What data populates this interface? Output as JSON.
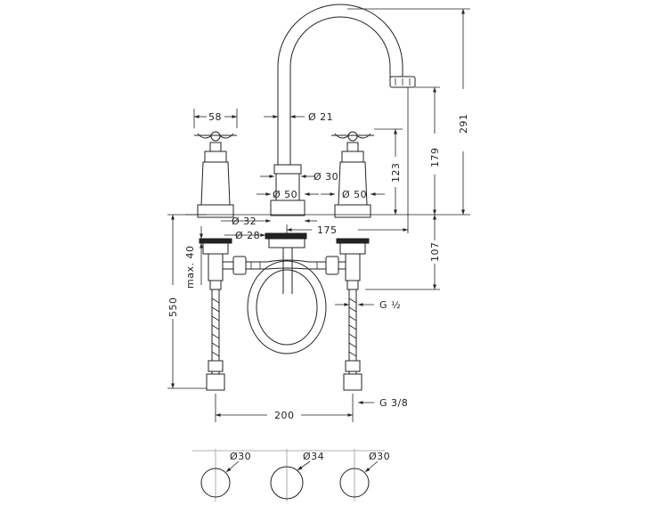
{
  "dimensions": {
    "handle_width": "58",
    "spout_diameter": "Ø 21",
    "collar_diameter_30": "Ø 30",
    "body_diameter_left": "Ø 50",
    "body_diameter_right": "Ø 50",
    "hole_diameter_32": "Ø 32",
    "hole_diameter_28": "Ø 28",
    "spout_reach": "175",
    "max_thickness": "max. 40",
    "total_depth": "550",
    "spout_height": "291",
    "outlet_height": "179",
    "handle_height": "123",
    "depth_below": "107",
    "connection_half": "G ½",
    "connection_three_eighths": "G 3/8",
    "hole_spacing": "200"
  },
  "holes": [
    {
      "label": "Ø30"
    },
    {
      "label": "Ø34"
    },
    {
      "label": "Ø30"
    }
  ]
}
